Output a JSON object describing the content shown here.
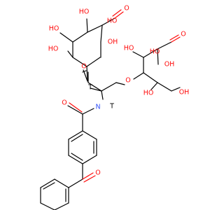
{
  "colors": {
    "bond": "#000000",
    "oxygen": "#ff0d0d",
    "nitrogen": "#3050f8",
    "background": "#ffffff"
  },
  "labels": {
    "oh": "HO",
    "oh_right": "OH",
    "o": "O",
    "n": "N",
    "t": "T"
  }
}
